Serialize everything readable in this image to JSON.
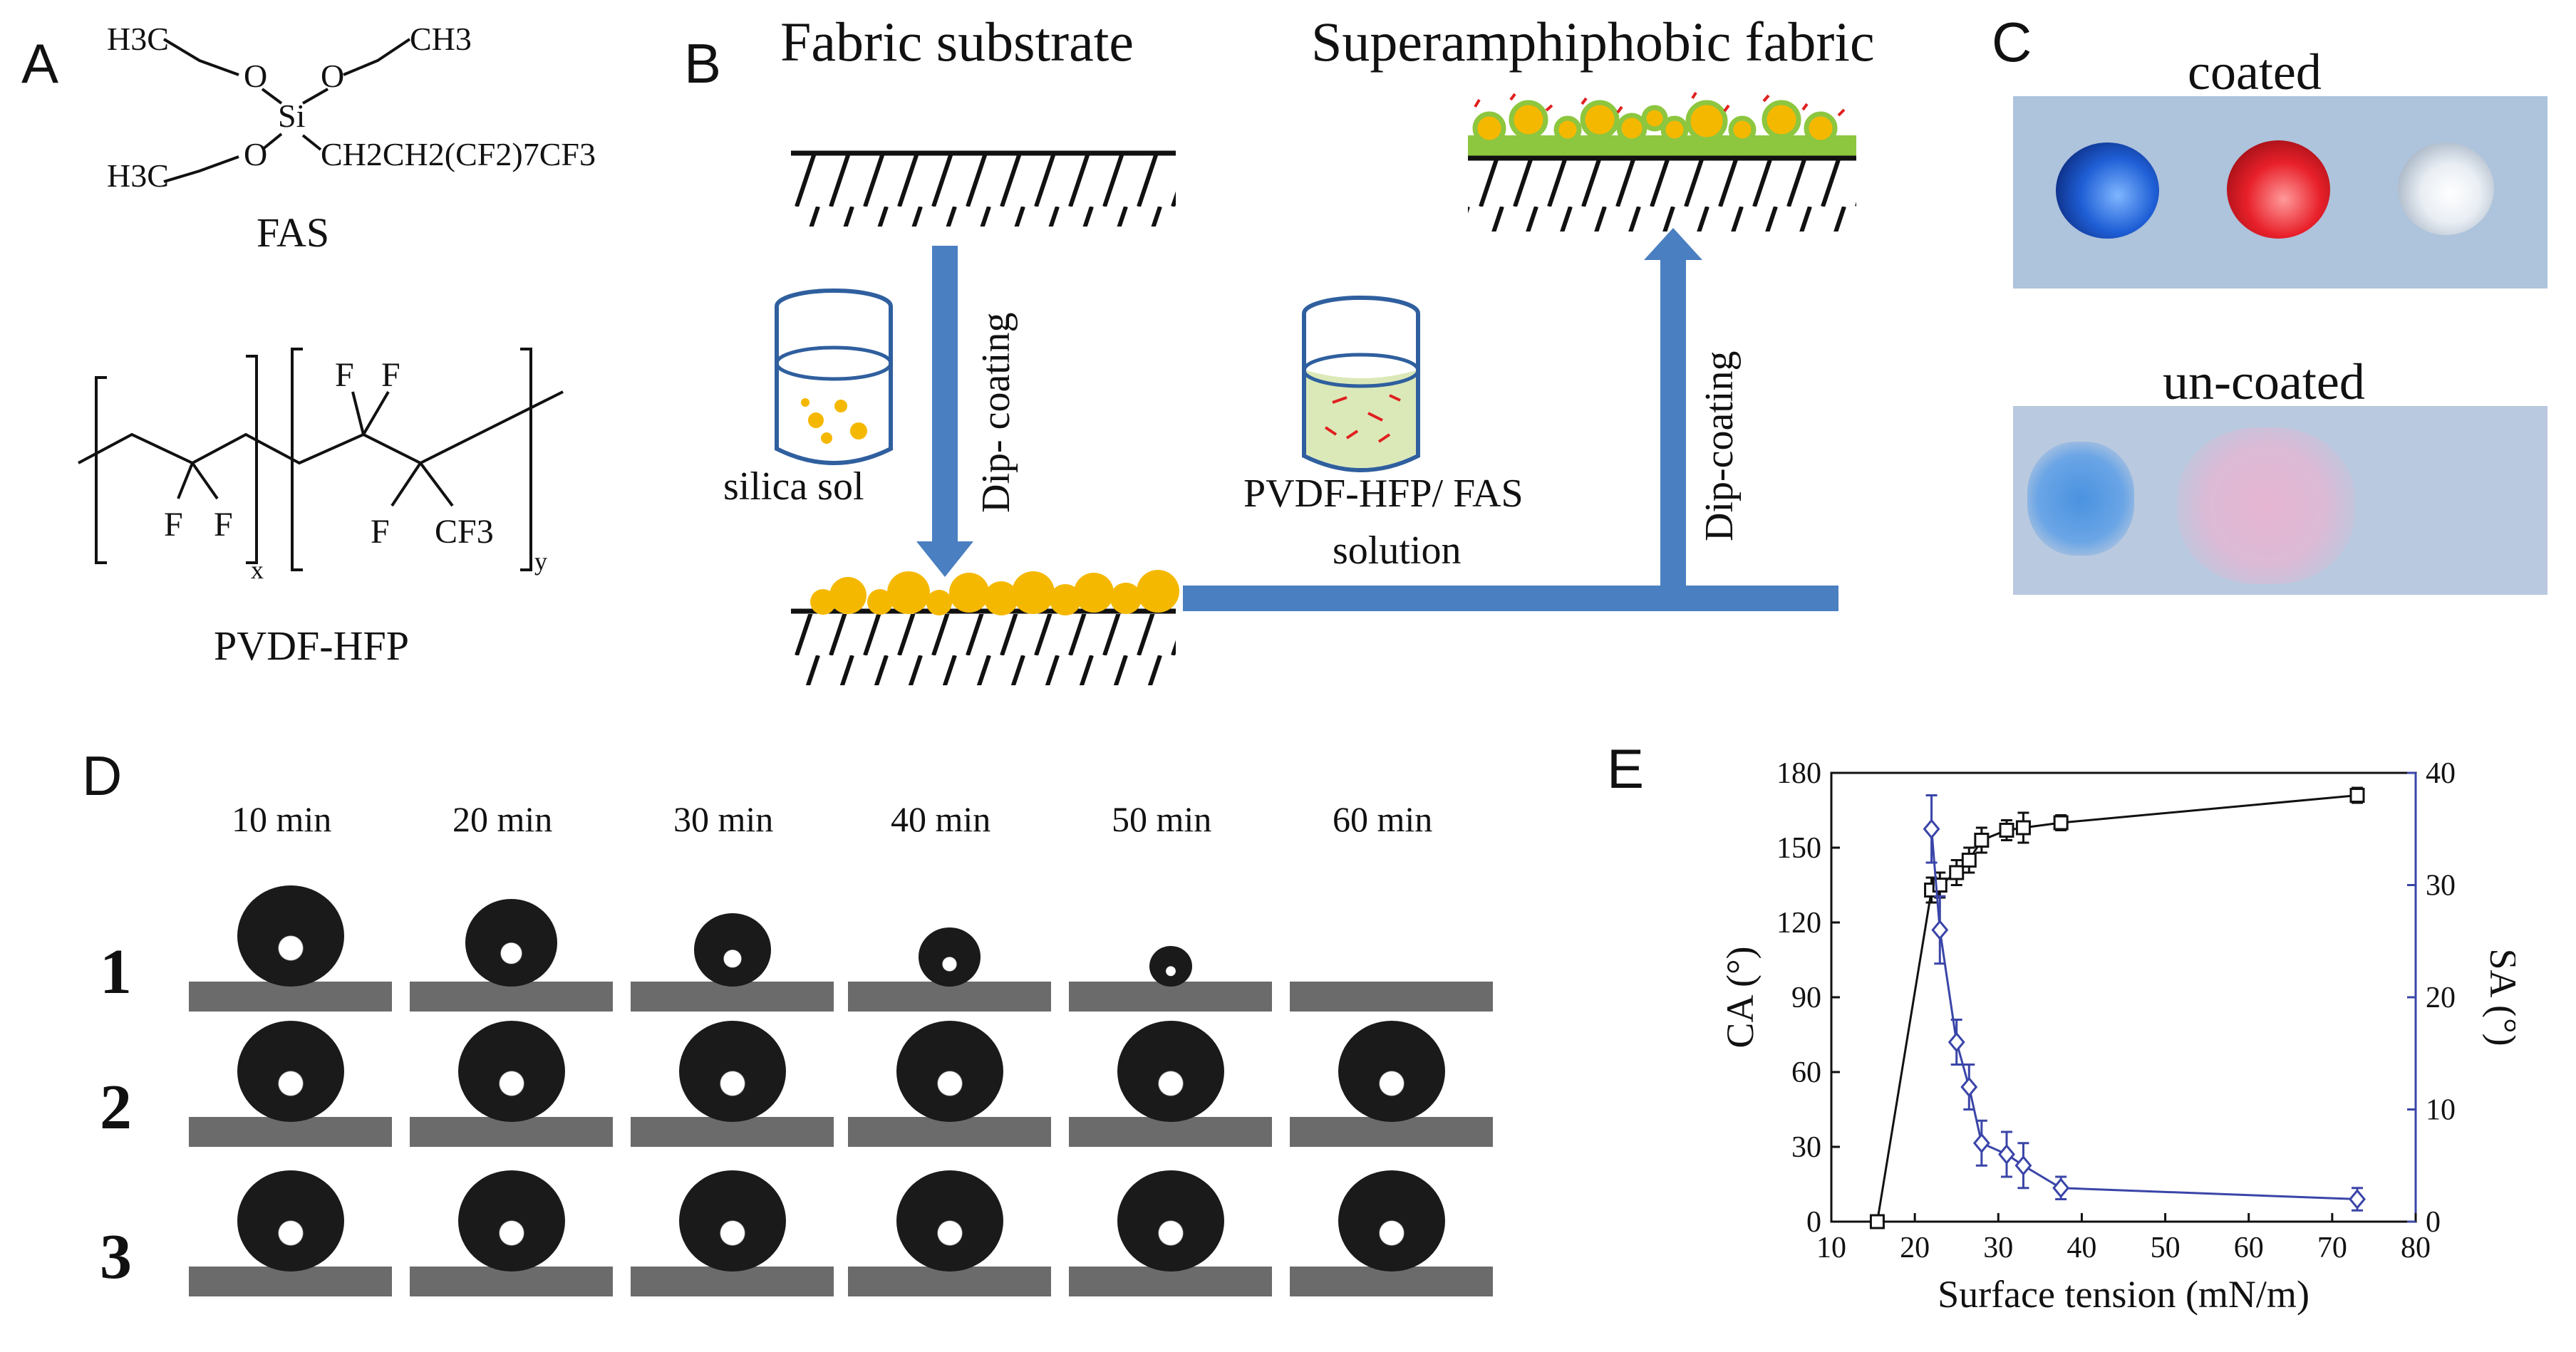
{
  "panels": {
    "a": {
      "letter": "A",
      "fas_caption": "FAS",
      "pvdf_caption": "PVDF-HFP",
      "fas_atoms": {
        "h3c_top": "H3C",
        "ch3_top": "CH3",
        "o1": "O",
        "o2": "O",
        "o3": "O",
        "si": "Si",
        "h3c_bottom": "H3C",
        "chain": "CH2CH2(CF2)7CF3"
      },
      "pvdf_atoms": {
        "f1": "F",
        "f2": "F",
        "f3": "F",
        "f4": "F",
        "f5": "F",
        "cf3": "CF3",
        "x": "x",
        "y": "y"
      }
    },
    "b": {
      "letter": "B",
      "title_left": "Fabric substrate",
      "title_right": "Superamphiphobic fabric",
      "label_silica": "silica sol",
      "label_dip1": "Dip- coating",
      "label_solution_line1": "PVDF-HFP/ FAS",
      "label_solution_line2": "solution",
      "label_dip2": "Dip-coating",
      "colors": {
        "arrow": "#4a7fc1",
        "particle": "#f5b800",
        "coating": "#8dc63f",
        "fibre": "#e02020"
      }
    },
    "c": {
      "letter": "C",
      "label_coated": "coated",
      "label_uncoated": "un-coated"
    },
    "d": {
      "letter": "D",
      "times": [
        "10 min",
        "20 min",
        "30 min",
        "40 min",
        "50 min",
        "60 min"
      ],
      "rows": [
        "1",
        "2",
        "3"
      ],
      "droplet_size": [
        [
          1.0,
          0.86,
          0.72,
          0.58,
          0.4,
          0.0
        ],
        [
          1.0,
          1.0,
          1.0,
          1.0,
          1.0,
          1.0
        ],
        [
          1.0,
          1.0,
          1.0,
          1.0,
          1.0,
          1.0
        ]
      ]
    },
    "e": {
      "letter": "E"
    }
  },
  "chart_data": {
    "type": "scatter",
    "xlabel": "Surface tension (mN/m)",
    "ylabel_left": "CA (°)",
    "ylabel_right": "SA (°)",
    "xlim": [
      10,
      80
    ],
    "ylim_left": [
      0,
      180
    ],
    "ylim_right": [
      0,
      40
    ],
    "x_ticks": [
      "10",
      "20",
      "30",
      "40",
      "50",
      "60",
      "70",
      "80"
    ],
    "y_left_ticks": [
      "0",
      "30",
      "60",
      "90",
      "120",
      "150",
      "180"
    ],
    "y_right_ticks": [
      "0",
      "10",
      "20",
      "30",
      "40"
    ],
    "series": [
      {
        "axis": "left",
        "marker": "square",
        "color": "#111111",
        "x": [
          15.5,
          22.0,
          23.0,
          25.0,
          26.5,
          28.0,
          31.0,
          33.0,
          37.5,
          73.0
        ],
        "y": [
          0,
          133,
          135,
          140,
          145,
          153,
          157,
          158,
          160,
          171
        ],
        "err": [
          0,
          5,
          5,
          5,
          5,
          5,
          4,
          6,
          3,
          3
        ]
      },
      {
        "axis": "right",
        "marker": "diamond",
        "color": "#3a45a8",
        "x": [
          22.0,
          23.0,
          25.0,
          26.5,
          28.0,
          31.0,
          33.0,
          37.5,
          73.0
        ],
        "y": [
          35,
          26,
          16,
          12,
          7,
          6,
          5,
          3,
          2
        ],
        "err": [
          3,
          3,
          2,
          2,
          2,
          2,
          2,
          1,
          1
        ]
      }
    ]
  }
}
